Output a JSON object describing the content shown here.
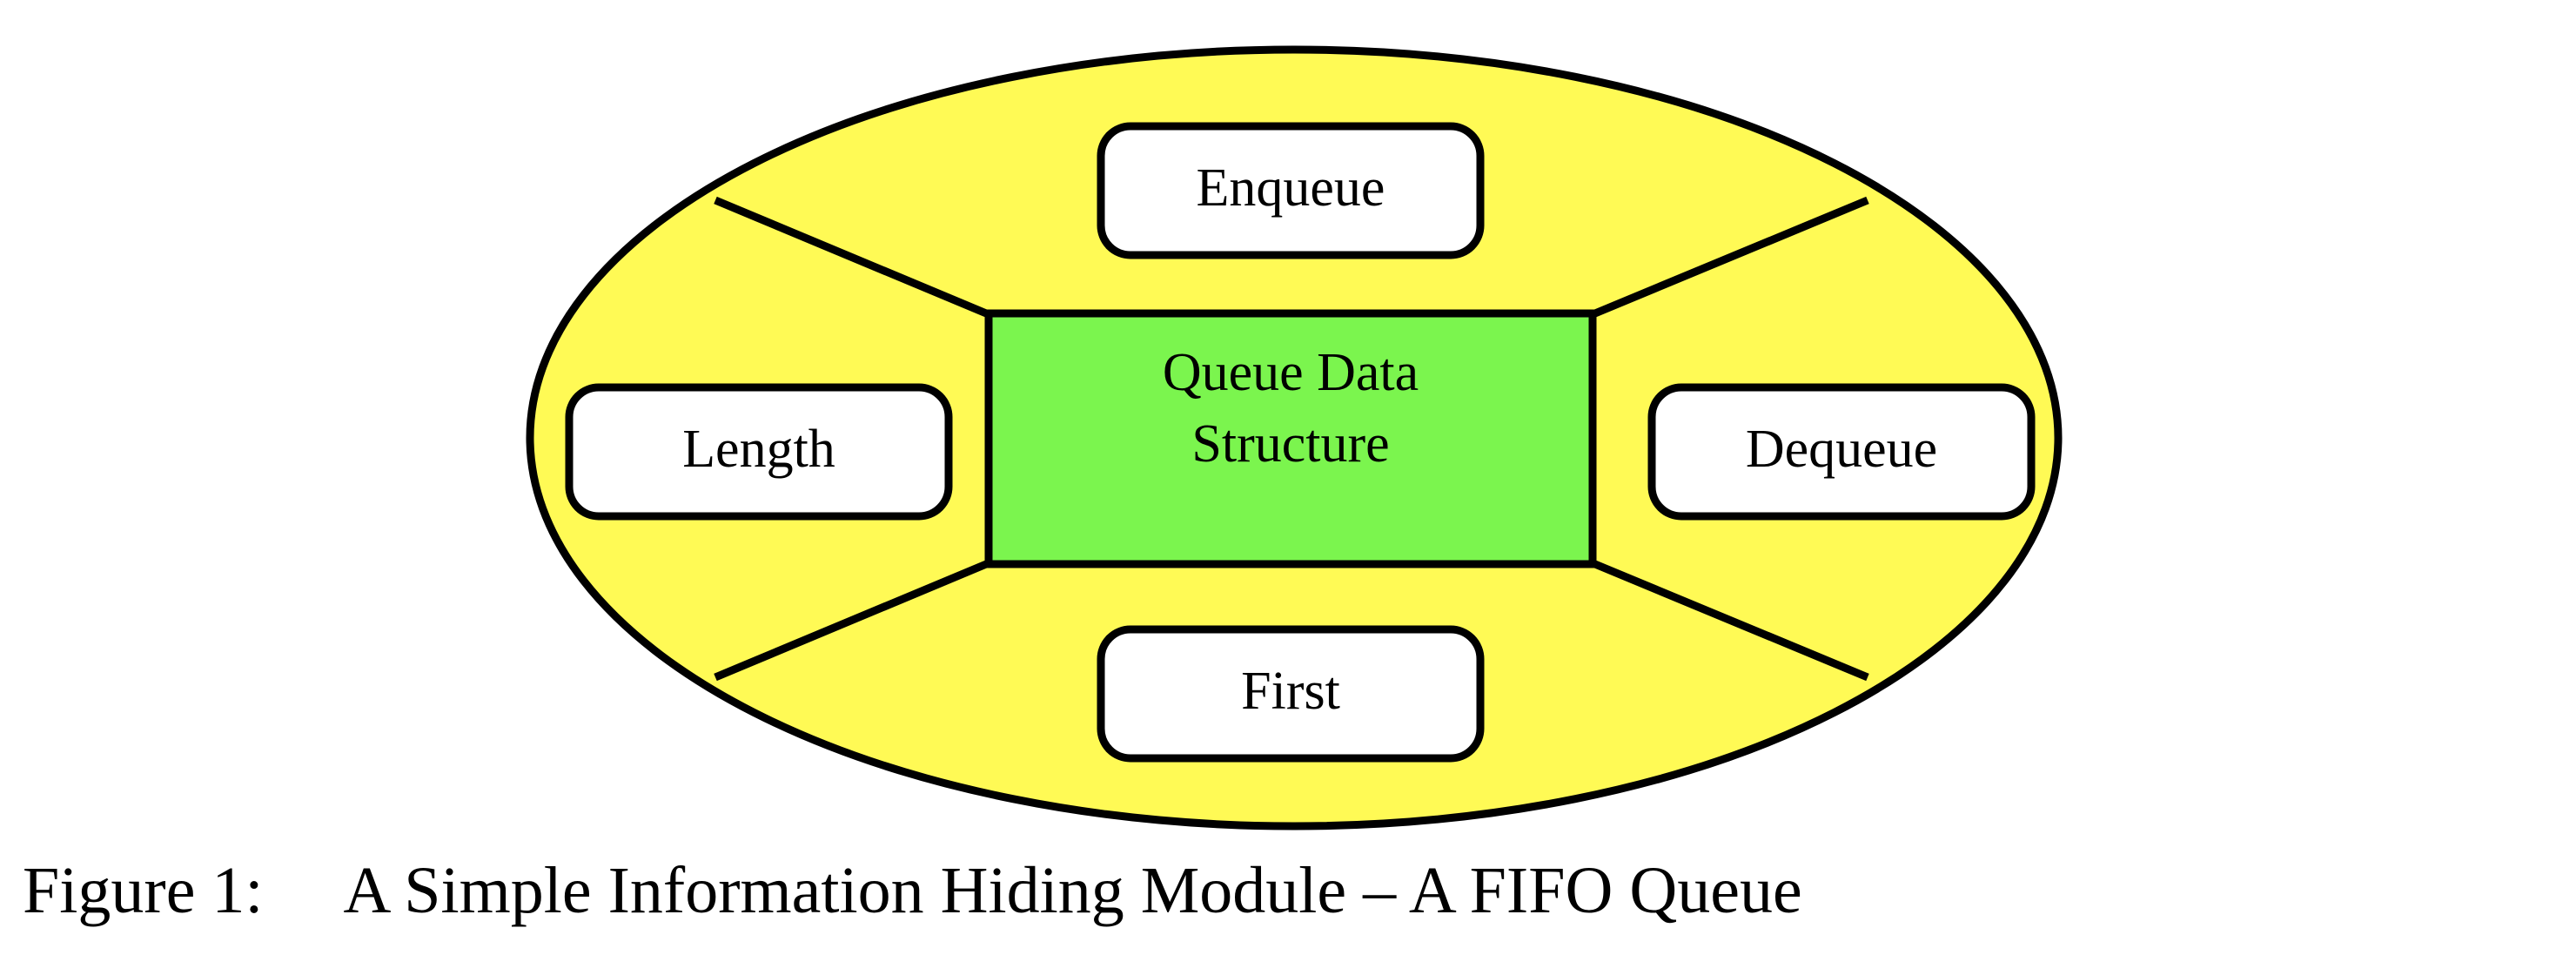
{
  "figure": {
    "caption_label": "Figure 1:",
    "caption_title": "A Simple Information Hiding Module – A FIFO Queue"
  },
  "diagram": {
    "type": "information-hiding-module",
    "module": {
      "name": "module-boundary-ellipse",
      "shape": "ellipse",
      "fill": "#FFFA55",
      "stroke": "#000000"
    },
    "core": {
      "label_line1": "Queue Data",
      "label_line2": "Structure",
      "fill": "#7BF54E",
      "stroke": "#000000"
    },
    "operations": [
      {
        "id": "enqueue",
        "label": "Enqueue",
        "position": "top",
        "fill": "#FFFFFF",
        "stroke": "#000000"
      },
      {
        "id": "dequeue",
        "label": "Dequeue",
        "position": "right",
        "fill": "#FFFFFF",
        "stroke": "#000000"
      },
      {
        "id": "first",
        "label": "First",
        "position": "bottom",
        "fill": "#FFFFFF",
        "stroke": "#000000"
      },
      {
        "id": "length",
        "label": "Length",
        "position": "left",
        "fill": "#FFFFFF",
        "stroke": "#000000"
      }
    ],
    "spokes": [
      {
        "id": "spoke-top-left",
        "from": "core-top-left-corner",
        "to": "ellipse-upper-left"
      },
      {
        "id": "spoke-top-right",
        "from": "core-top-right-corner",
        "to": "ellipse-upper-right"
      },
      {
        "id": "spoke-bottom-left",
        "from": "core-bottom-left-corner",
        "to": "ellipse-lower-left"
      },
      {
        "id": "spoke-bottom-right",
        "from": "core-bottom-right-corner",
        "to": "ellipse-lower-right"
      }
    ],
    "colors": {
      "module_fill": "#FFFA55",
      "core_fill": "#7BF54E",
      "operation_fill": "#FFFFFF",
      "outline": "#000000",
      "background": "#FFFFFF"
    }
  }
}
